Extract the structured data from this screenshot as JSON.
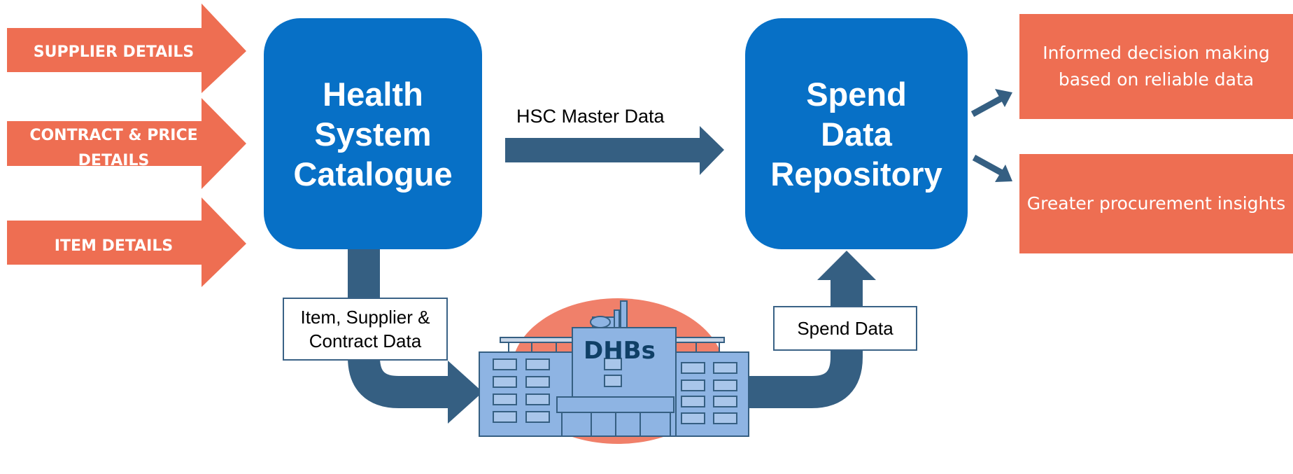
{
  "inputs": [
    {
      "label": "SUPPLIER DETAILS"
    },
    {
      "label": "CONTRACT & PRICE\nDETAILS"
    },
    {
      "label": "ITEM DETAILS"
    }
  ],
  "hsc_box": {
    "label": "Health\nSystem\nCatalogue"
  },
  "sdr_box": {
    "label": "Spend\nData\nRepository"
  },
  "master_flow": {
    "label": "HSC Master Data"
  },
  "item_flow": {
    "label": "Item, Supplier &\nContract Data"
  },
  "spend_flow": {
    "label": "Spend Data"
  },
  "dhb": {
    "label": "DHBs"
  },
  "outcomes": [
    {
      "label": "Informed decision making\nbased on reliable data"
    },
    {
      "label": "Greater procurement insights"
    }
  ],
  "colors": {
    "orange": "#ee6e52",
    "blue": "#0770c6",
    "arrow": "#355f82",
    "building": "#8eb4e3",
    "ellipse": "#f0806a"
  }
}
